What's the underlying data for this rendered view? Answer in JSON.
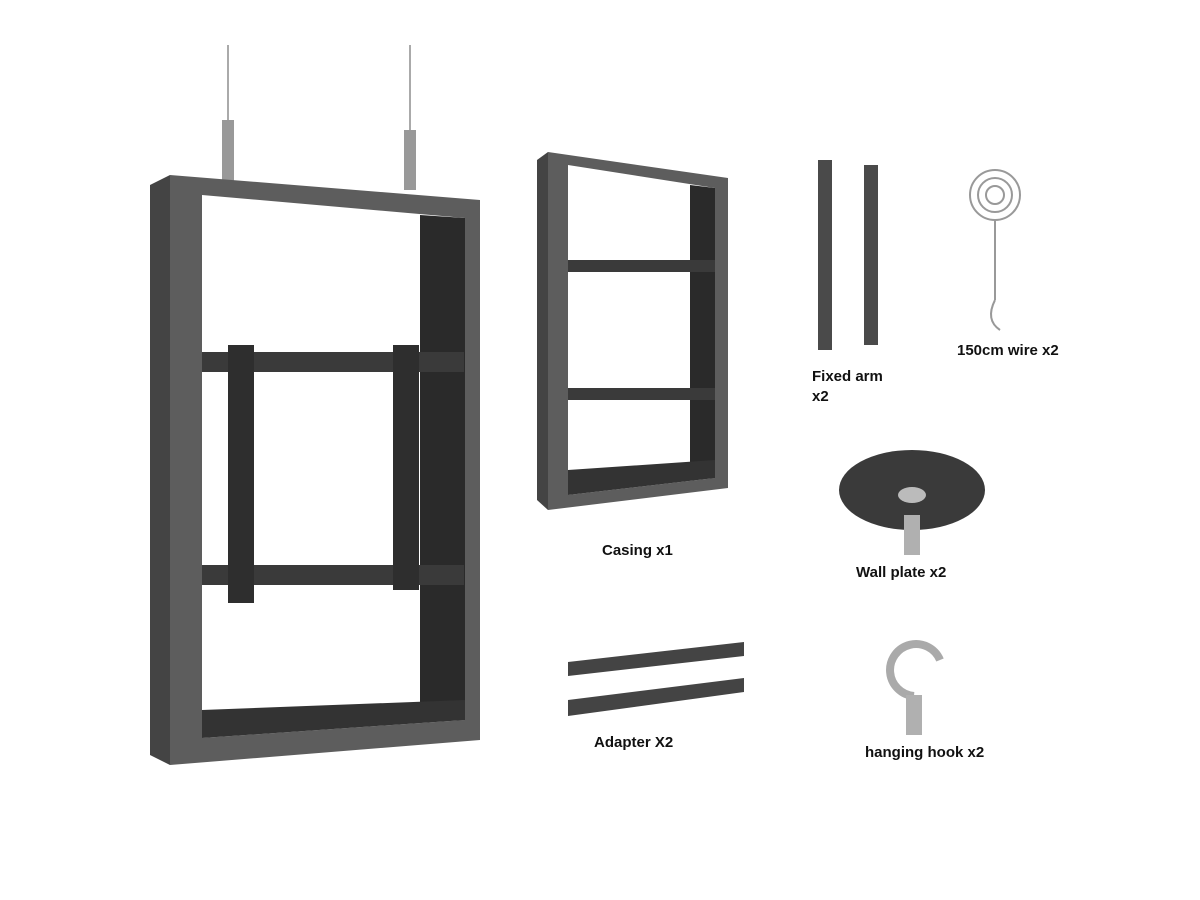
{
  "labels": {
    "casing": "Casing x1",
    "fixed_arm": "Fixed arm",
    "fixed_arm_qty": "x2",
    "wire": "150cm wire x2",
    "wall_plate": "Wall plate x2",
    "adapter": "Adapter X2",
    "hook": "hanging hook x2"
  },
  "colors": {
    "frame": "#5a5a5a",
    "frame_dark": "#2b2b2b",
    "metal": "#b8b8b8"
  }
}
